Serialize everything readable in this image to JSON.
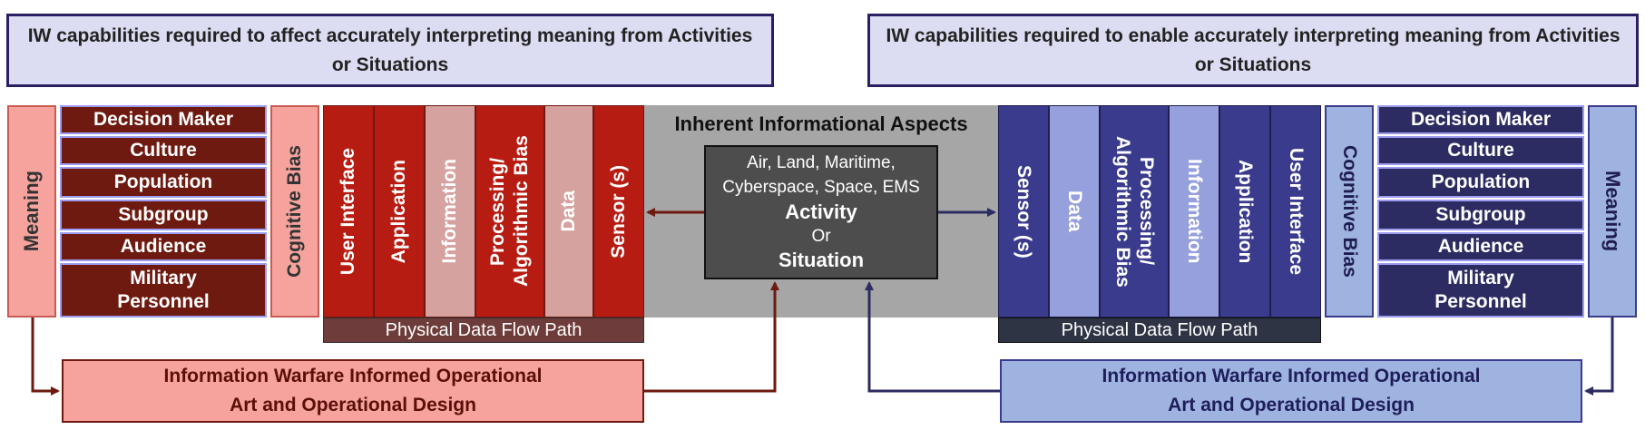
{
  "header": {
    "left": "IW capabilities required to affect accurately interpreting meaning from Activities or Situations",
    "right": "IW capabilities required to enable accurately interpreting meaning from Activities or Situations"
  },
  "left": {
    "meaning": "Meaning",
    "stack": [
      "Decision Maker",
      "Culture",
      "Population",
      "Subgroup",
      "Audience",
      "Military Personnel"
    ],
    "cognitive_bias": "Cognitive Bias",
    "columns": [
      "User Interface",
      "Application",
      "Information",
      "Processing/ Algorithmic Bias",
      "Data",
      "Sensor (s)"
    ],
    "flow_path": "Physical Data Flow Path",
    "bottom_box": "Information Warfare Informed Operational Art and Operational Design"
  },
  "center": {
    "title": "Inherent Informational Aspects",
    "domains": "Air, Land, Maritime, Cyberspace, Space, EMS",
    "activity": "Activity",
    "or": "Or",
    "situation": "Situation"
  },
  "right": {
    "columns": [
      "Sensor (s)",
      "Data",
      "Processing/ Algorithmic Bias",
      "Information",
      "Application",
      "User Interface"
    ],
    "cognitive_bias": "Cognitive Bias",
    "stack": [
      "Decision Maker",
      "Culture",
      "Population",
      "Subgroup",
      "Audience",
      "Military Personnel"
    ],
    "meaning": "Meaning",
    "flow_path": "Physical Data Flow Path",
    "bottom_box": "Information Warfare Informed Operational Art and Operational Design"
  },
  "colors": {
    "dark_red": "#6e1a10",
    "red": "#b71c13",
    "pink": "#f6a39e",
    "light_pink": "#d6a2a0",
    "navy": "#2c2c62",
    "blue": "#3b3b8e",
    "light_blue": "#95a0dc",
    "pale_blue": "#9fb3e0",
    "gray": "#a6a6a6",
    "dark_gray": "#4d4d4d"
  }
}
